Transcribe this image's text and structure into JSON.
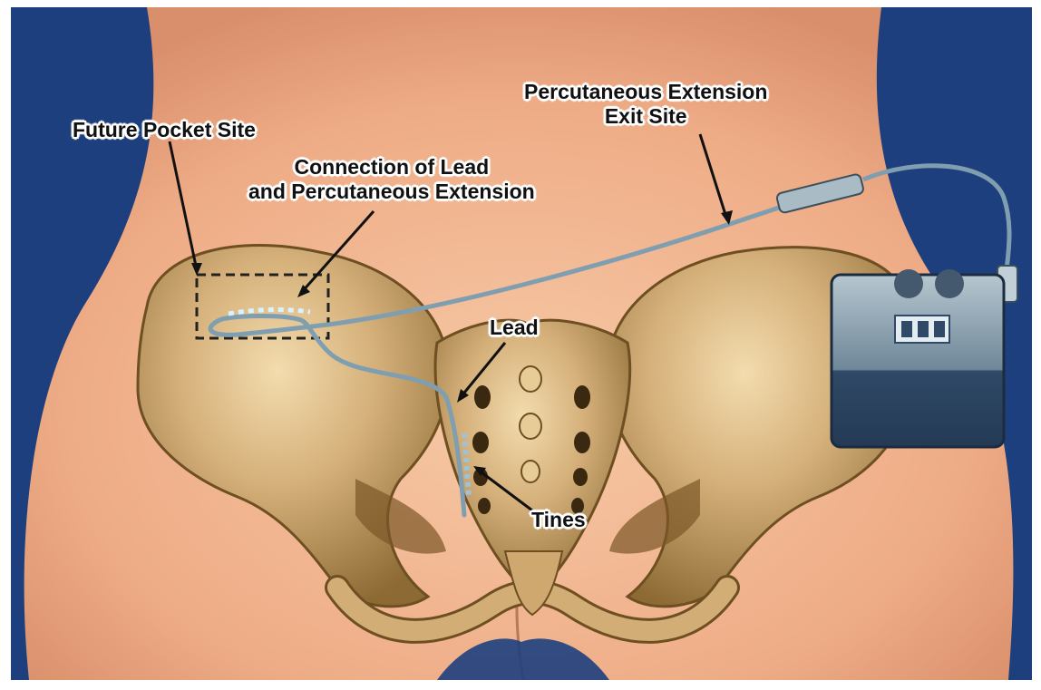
{
  "labels": {
    "future_pocket_site": "Future Pocket Site",
    "connection_line1": "Connection of Lead",
    "connection_line2": "and Percutaneous Extension",
    "extension_exit_line1": "Percutaneous Extension",
    "extension_exit_line2": "Exit Site",
    "lead": "Lead",
    "tines": "Tines"
  },
  "colors": {
    "background_blue": "#1d3f7e",
    "skin": "#f2b48f",
    "bone": "#c9a268",
    "bone_shadow": "#6e4f22",
    "lead_wire": "#7f9fb0",
    "device_body": "#3d5a7a"
  },
  "icons": {
    "device": "stimulator-device-icon"
  }
}
